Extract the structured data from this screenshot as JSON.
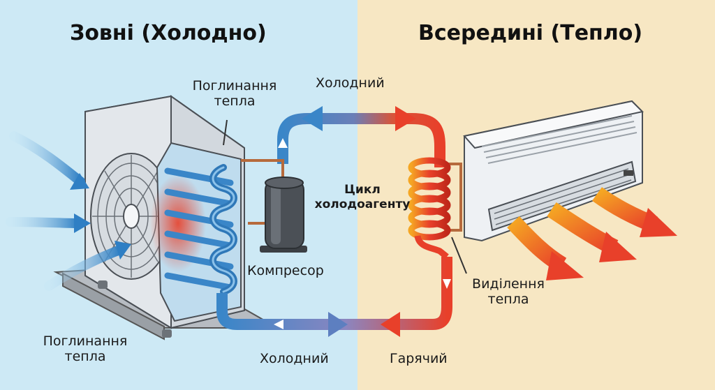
{
  "titles": {
    "outside": "Зовні (Холодно)",
    "inside": "Всередині (Тепло)"
  },
  "labels": {
    "absorb_top_line1": "Поглинання",
    "absorb_top_line2": "тепла",
    "absorb_bottom_line1": "Поглинання",
    "absorb_bottom_line2": "тепла",
    "cold_top": "Холодний",
    "cold_bottom": "Холодний",
    "hot_bottom": "Гарячий",
    "compressor": "Компресор",
    "cycle_line1": "Цикл",
    "cycle_line2": "холодоагенту",
    "release_line1": "Виділення",
    "release_line2": "тепла"
  },
  "colors": {
    "outside_bg": "#cde9f5",
    "inside_bg": "#f7e7c3",
    "cold_pipe": "#3a86c8",
    "hot_pipe": "#e8402a",
    "warm_air": "#f07a1e"
  },
  "icons": [
    "outdoor-unit-icon",
    "indoor-unit-icon",
    "compressor-icon",
    "condenser-coil-icon",
    "fan-icon"
  ]
}
